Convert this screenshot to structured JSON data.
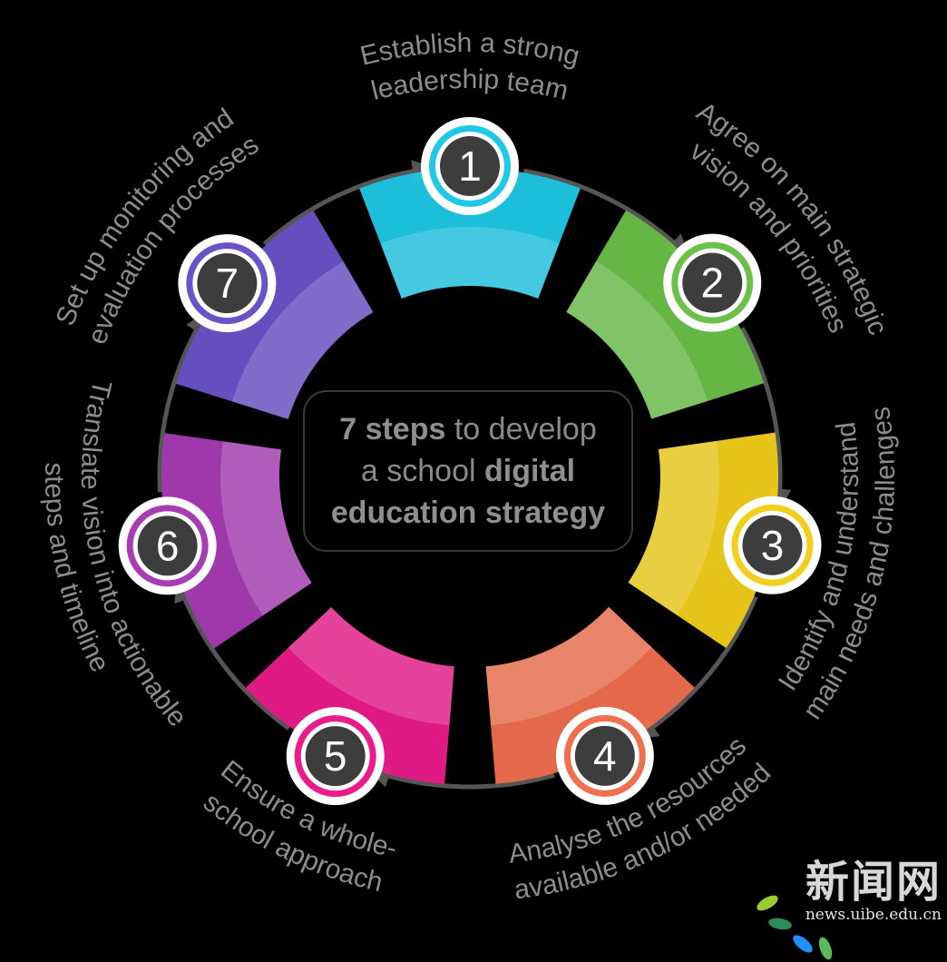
{
  "center": {
    "line1_bold": "7 steps",
    "line1_rest": " to develop",
    "line2_plain": "a school ",
    "line2_bold": "digital",
    "line3_bold": "education strategy"
  },
  "steps": [
    {
      "number": "1",
      "color": "#1fc8e6",
      "label_lines": [
        "Establish a strong",
        "leadership team"
      ]
    },
    {
      "number": "2",
      "color": "#6cc04a",
      "label_lines": [
        "Agree on main strategic",
        "vision and priorities"
      ]
    },
    {
      "number": "3",
      "color": "#f2cf1a",
      "label_lines": [
        "Identify and understand",
        "main needs and challenges"
      ]
    },
    {
      "number": "4",
      "color": "#ef6f4e",
      "label_lines": [
        "Analyse the resources",
        "available and/or needed"
      ]
    },
    {
      "number": "5",
      "color": "#ec1b8c",
      "label_lines": [
        "Ensure a whole-",
        "school approach"
      ]
    },
    {
      "number": "6",
      "color": "#a83cb4",
      "label_lines": [
        "Translate vision into actionable",
        "steps and timeline"
      ]
    },
    {
      "number": "7",
      "color": "#6a52c8",
      "label_lines": [
        "Set up monitoring and",
        "evaluation processes"
      ]
    }
  ],
  "ring_color": "#555555",
  "badge_fill": "#3d3d3d",
  "watermark": {
    "title": "新闻网",
    "url": "news.uibe.edu.cn",
    "leaf_colors": [
      "#9acd32",
      "#2e8b57",
      "#1e90ff",
      "#5cb85c"
    ]
  }
}
